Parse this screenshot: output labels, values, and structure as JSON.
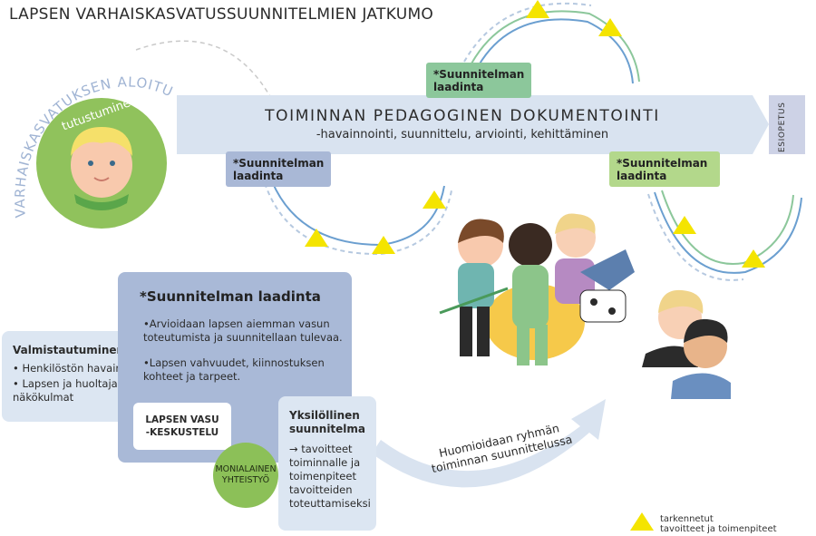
{
  "title": "LAPSEN VARHAISKASVATUSSUUNNITELMIEN JATKUMO",
  "start_arc": "VARHAISKASVATUKSEN ALOITUS",
  "circle_label": "tutustuminen",
  "band": {
    "main": "TOIMINNAN PEDAGOGINEN DOKUMENTOINTI",
    "sub": "-havainnointi, suunnittelu, arviointi, kehittäminen",
    "end_label": "ESIOPETUS"
  },
  "plan_tags": [
    {
      "line1": "*Suunnitelman",
      "line2": "laadinta"
    },
    {
      "line1": "*Suunnitelman",
      "line2": "laadinta"
    },
    {
      "line1": "*Suunnitelman",
      "line2": "laadinta"
    }
  ],
  "main_box": {
    "heading": "*Suunnitelman laadinta",
    "p1": "•Arvioidaan lapsen aiemman vasun toteutumista ja suunnitellaan tulevaa.",
    "p2": "•Lapsen vahvuudet, kiinnostuksen kohteet ja tarpeet."
  },
  "prep_box": {
    "heading": "Valmistautuminen",
    "items": [
      "• Henkilöstön havainnot",
      "• Lapsen ja huoltajan näkökulmat"
    ]
  },
  "vasu_box": {
    "line1": "LAPSEN VASU",
    "line2": "-KESKUSTELU"
  },
  "multi_circle": {
    "line1": "MONIALAINEN",
    "line2": "YHTEISTYÖ"
  },
  "individual_box": {
    "heading": "Yksilöllinen suunnitelma",
    "body": "→ tavoitteet toiminnalle ja toimenpiteet tavoitteiden toteuttamiseksi"
  },
  "group_arrow_text": {
    "line1": "Huomioidaan ryhmän",
    "line2": "toiminnan suunnittelussa"
  },
  "legend": {
    "line1": "tarkennetut",
    "line2": "tavoitteet ja toimenpiteet"
  },
  "colors": {
    "band": "#d9e3f0",
    "green_tag": "#8cc79b",
    "blue_tag": "#a9b8d6",
    "lime_tag": "#b3d88b",
    "circle_green": "#90c25c",
    "triangle": "#f4e400"
  }
}
